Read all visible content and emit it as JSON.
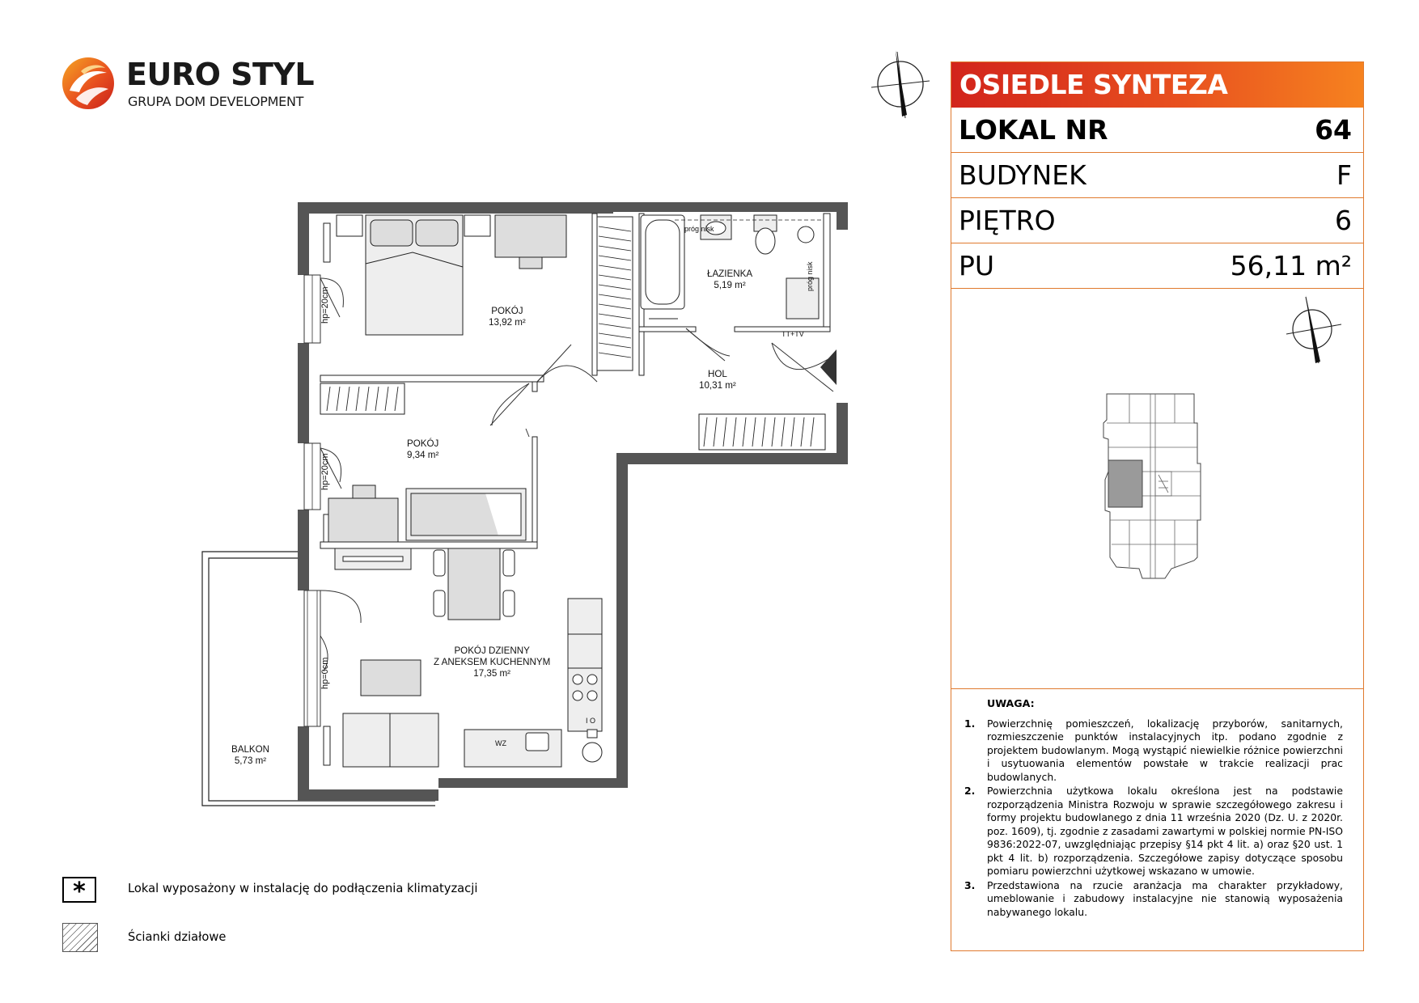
{
  "logo": {
    "brand": "EURO STYL",
    "tagline": "GRUPA DOM DEVELOPMENT"
  },
  "panel": {
    "project": "OSIEDLE SYNTEZA",
    "rows": [
      {
        "label": "LOKAL NR",
        "value": "64"
      },
      {
        "label": "BUDYNEK",
        "value": "F"
      },
      {
        "label": "PIĘTRO",
        "value": "6"
      },
      {
        "label": "PU",
        "value": "56,11 m²"
      }
    ]
  },
  "notes": {
    "title": "UWAGA:",
    "items": [
      {
        "num": "1.",
        "text": "Powierzchnię pomieszczeń, lokalizację przyborów, sanitarnych, rozmieszczenie punktów instalacyjnych itp. podano zgodnie z projektem budowlanym. Mogą wystąpić niewielkie różnice powierzchni i usytuowania elementów powstałe w trakcie realizacji prac budowlanych."
      },
      {
        "num": "2.",
        "text": "Powierzchnia użytkowa lokalu określona jest na podstawie rozporządzenia Ministra Rozwoju w sprawie szczegółowego zakresu i formy projektu budowlanego z dnia 11 września 2020 (Dz. U. z 2020r. poz. 1609), tj. zgodnie z zasadami zawartymi w polskiej normie PN-ISO 9836:2022-07, uwzględniając przepisy §14 pkt 4 lit. a) oraz §20 ust. 1 pkt 4 lit. b) rozporządzenia. Szczegółowe zapisy dotyczące sposobu pomiaru powierzchni użytkowej wskazano w umowie."
      },
      {
        "num": "3.",
        "text": "Przedstawiona na rzucie aranżacja ma charakter przykładowy, umeblowanie i zabudowy instalacyjne nie stanowią wyposażenia nabywanego lokalu."
      }
    ]
  },
  "legend": {
    "ac_symbol": "*",
    "ac_text": "Lokal wyposażony w instalację do podłączenia klimatyzacji",
    "walls_text": "Ścianki działowe"
  },
  "rooms": {
    "bedroom1": {
      "name": "POKÓJ",
      "area": "13,92 m²"
    },
    "bedroom2": {
      "name": "POKÓJ",
      "area": "9,34 m²"
    },
    "bathroom": {
      "name": "ŁAZIENKA",
      "area": "5,19 m²"
    },
    "hall": {
      "name": "HOL",
      "area": "10,31 m²"
    },
    "living": {
      "line1": "POKÓJ DZIENNY",
      "line2": "Z ANEKSEM KUCHENNYM",
      "area": "17,35 m²"
    },
    "balcony": {
      "name": "BALKON",
      "area": "5,73 m²"
    }
  },
  "plan_marks": {
    "hp1": "hp=20cm",
    "hp2": "hp=20cm",
    "hp3": "hp=0cm",
    "prog1": "próg nisk",
    "prog2": "próg nisk",
    "tt": "TT+TV",
    "wz": "WZ",
    "io": "I O"
  },
  "colors": {
    "accent": "#e8501f",
    "panel_border": "#e07a2e",
    "wall": "#555555"
  }
}
